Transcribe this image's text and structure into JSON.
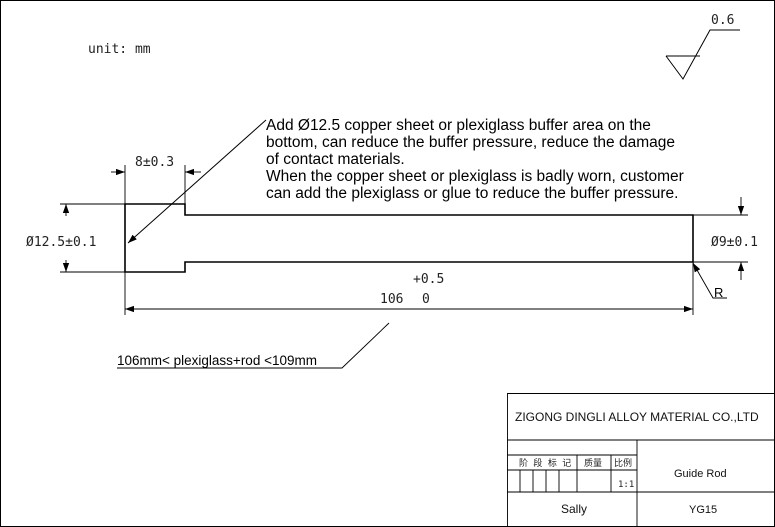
{
  "unit_label": "unit: mm",
  "surface_roughness": "0.6",
  "note": {
    "lines": [
      "Add Ø12.5 copper sheet or plexiglass buffer area on the",
      "bottom, can reduce the buffer pressure, reduce the damage",
      "of contact materials.",
      "When the copper sheet or plexiglass is badly worn, customer",
      "can add the plexiglass or glue to reduce the buffer pressure."
    ]
  },
  "dimensions": {
    "head_length": "8±0.3",
    "head_diameter": "Ø12.5±0.1",
    "rod_diameter": "Ø9±0.1",
    "total_length": "106",
    "total_length_tol_upper": "+0.5",
    "total_length_tol_lower": "0",
    "radius_label": "R",
    "assembly_note": "106mm< plexiglass+rod <109mm"
  },
  "title_block": {
    "company": "ZIGONG DINGLI ALLOY MATERIAL CO.,LTD",
    "stage_label": "阶 段 标 记",
    "weight_label": "质量",
    "scale_label": "比例",
    "scale_value": "1:1",
    "part_name": "Guide Rod",
    "drawn_by": "Sally",
    "material": "YG15"
  }
}
